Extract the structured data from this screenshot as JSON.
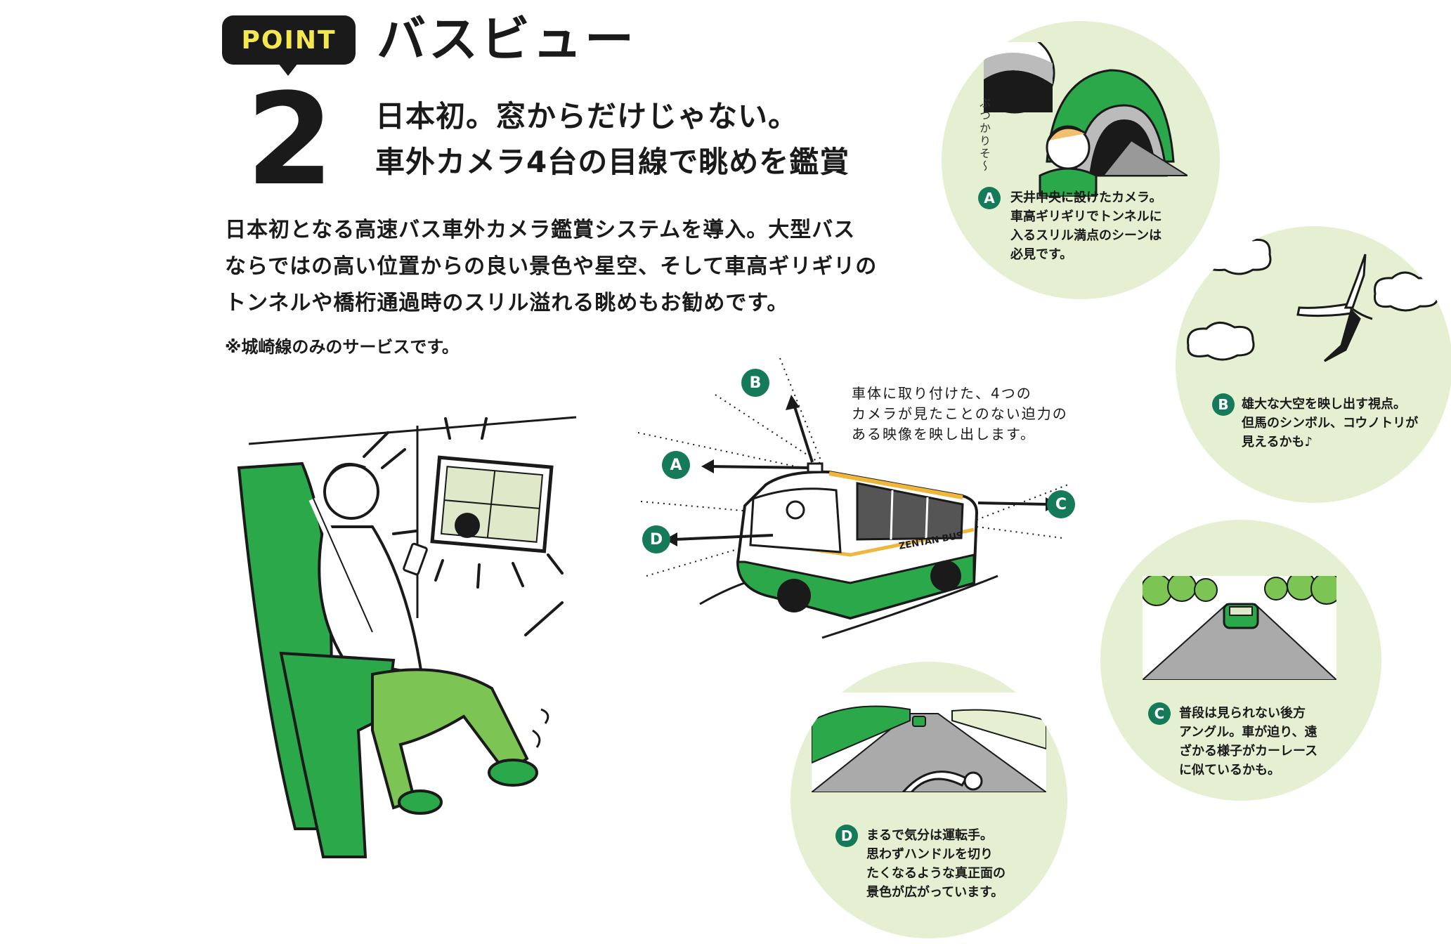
{
  "point": {
    "label": "POINT",
    "number": "2"
  },
  "title": "バスビュー",
  "headline": {
    "line1": "日本初。窓からだけじゃない。",
    "line2": "車外カメラ4台の目線で眺めを鑑賞"
  },
  "body": {
    "line1": "日本初となる高速バス車外カメラ鑑賞システムを導入。大型バス",
    "line2": "ならではの高い位置からの良い景色や星空、そして車高ギリギリの",
    "line3": "トンネルや橋桁通過時のスリル溢れる眺めもお勧めです。",
    "note": "※城崎線のみのサービスです。"
  },
  "camera_caption": {
    "line1": "車体に取り付けた、4つの",
    "line2": "カメラが見たことのない迫力の",
    "line3": "ある映像を映し出します。"
  },
  "bus_label": "ZENTAN BUS",
  "markers": {
    "a": "A",
    "b": "B",
    "c": "C",
    "d": "D"
  },
  "views": {
    "a": {
      "exclaim": "ぶつかりそ〜",
      "lines": [
        "天井中央に設けたカメラ。",
        "車高ギリギリでトンネルに",
        "入るスリル満点のシーンは",
        "必見です。"
      ]
    },
    "b": {
      "lines": [
        "雄大な大空を映し出す視点。",
        "但馬のシンボル、コウノトリが",
        "見えるかも♪"
      ]
    },
    "c": {
      "lines": [
        "普段は見られない後方",
        "アングル。車が迫り、遠",
        "ざかる様子がカーレース",
        "に似ているかも。"
      ]
    },
    "d": {
      "lines": [
        "まるで気分は運転手。",
        "思わずハンドルを切り",
        "たくなるような真正面の",
        "景色が広がっています。"
      ]
    }
  },
  "colors": {
    "green": "#2aa84a",
    "light_green": "#7cc554",
    "marker": "#157a5a",
    "circle_bg": "#e5efd2",
    "badge_text": "#f4e850"
  }
}
